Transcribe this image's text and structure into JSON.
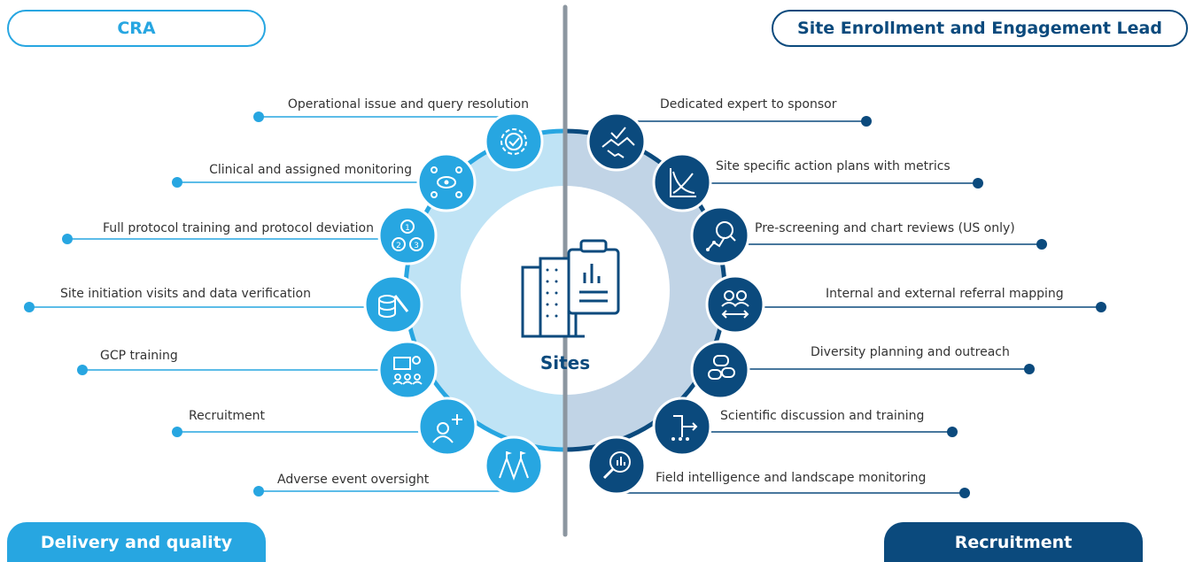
{
  "headers": {
    "left_top": "CRA",
    "right_top": "Site Enrollment and Engagement Lead",
    "left_bottom": "Delivery and quality",
    "right_bottom": "Recruitment"
  },
  "center": {
    "label": "Sites"
  },
  "colors": {
    "light_blue": "#27a6e1",
    "dark_blue": "#0b4a7d",
    "ring_left": "#bfe3f5",
    "ring_right": "#c1d4e6",
    "divider": "#8c96a0"
  },
  "left_items": [
    {
      "label": "Operational issue and query resolution",
      "icon": "gear-check-icon"
    },
    {
      "label": "Clinical and assigned monitoring",
      "icon": "eye-network-icon"
    },
    {
      "label": "Full protocol training and protocol deviation",
      "icon": "numbered-steps-icon"
    },
    {
      "label": "Site initiation visits and data verification",
      "icon": "database-wrench-icon"
    },
    {
      "label": "GCP training",
      "icon": "presentation-icon"
    },
    {
      "label": "Recruitment",
      "icon": "add-person-icon"
    },
    {
      "label": "Adverse event oversight",
      "icon": "mountain-flags-icon"
    }
  ],
  "right_items": [
    {
      "label": "Dedicated expert to sponsor",
      "icon": "handshake-icon"
    },
    {
      "label": "Site specific action plans with metrics",
      "icon": "chart-curves-icon"
    },
    {
      "label": "Pre-screening and chart reviews (US only)",
      "icon": "magnify-chart-icon"
    },
    {
      "label": "Internal and external referral mapping",
      "icon": "people-arrows-icon"
    },
    {
      "label": "Diversity planning and outreach",
      "icon": "chat-bubbles-icon"
    },
    {
      "label": "Scientific discussion and training",
      "icon": "branching-arrows-icon"
    },
    {
      "label": "Field intelligence and landscape monitoring",
      "icon": "magnify-bars-icon"
    }
  ]
}
